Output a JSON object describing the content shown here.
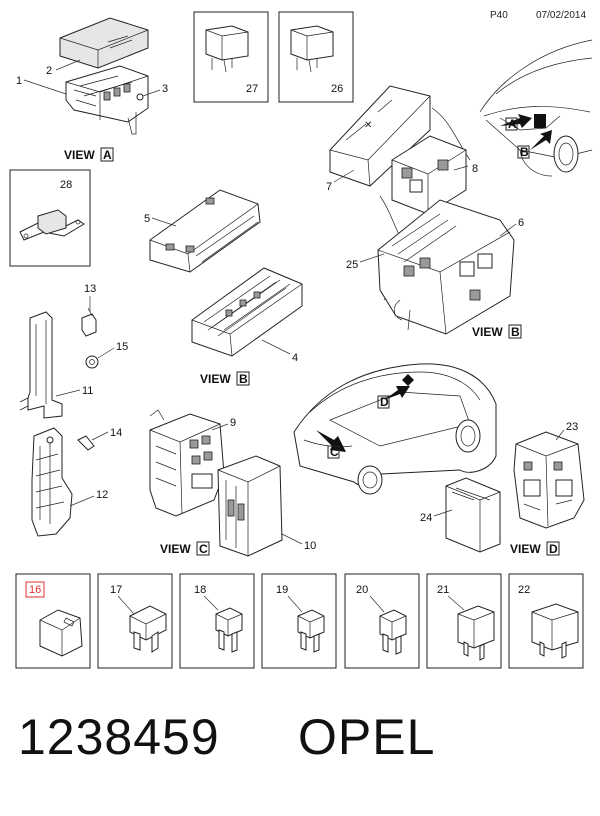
{
  "header": {
    "page_code": "P40",
    "date": "07/02/2014"
  },
  "view_labels": {
    "view_a": "VIEW",
    "letter_a": "A",
    "view_b": "VIEW",
    "letter_b": "B",
    "view_c": "VIEW",
    "letter_c": "C",
    "view_d": "VIEW",
    "letter_d": "D"
  },
  "callouts": {
    "c1": "1",
    "c2": "2",
    "c3": "3",
    "c4": "4",
    "c5": "5",
    "c6": "6",
    "c7": "7",
    "c8": "8",
    "c9": "9",
    "c10": "10",
    "c11": "11",
    "c12": "12",
    "c13": "13",
    "c14": "14",
    "c15": "15",
    "c16": "16",
    "c17": "17",
    "c18": "18",
    "c19": "19",
    "c20": "20",
    "c21": "21",
    "c22": "22",
    "c23": "23",
    "c24": "24",
    "c25": "25",
    "c26": "26",
    "c27": "27",
    "c28": "28"
  },
  "car_markers": {
    "a": "A",
    "b": "B",
    "c": "C",
    "d": "D"
  },
  "footer": {
    "part_number": "1238459",
    "brand": "OPEL"
  },
  "colors": {
    "highlight_label": "#e03030",
    "ink": "#222222"
  }
}
